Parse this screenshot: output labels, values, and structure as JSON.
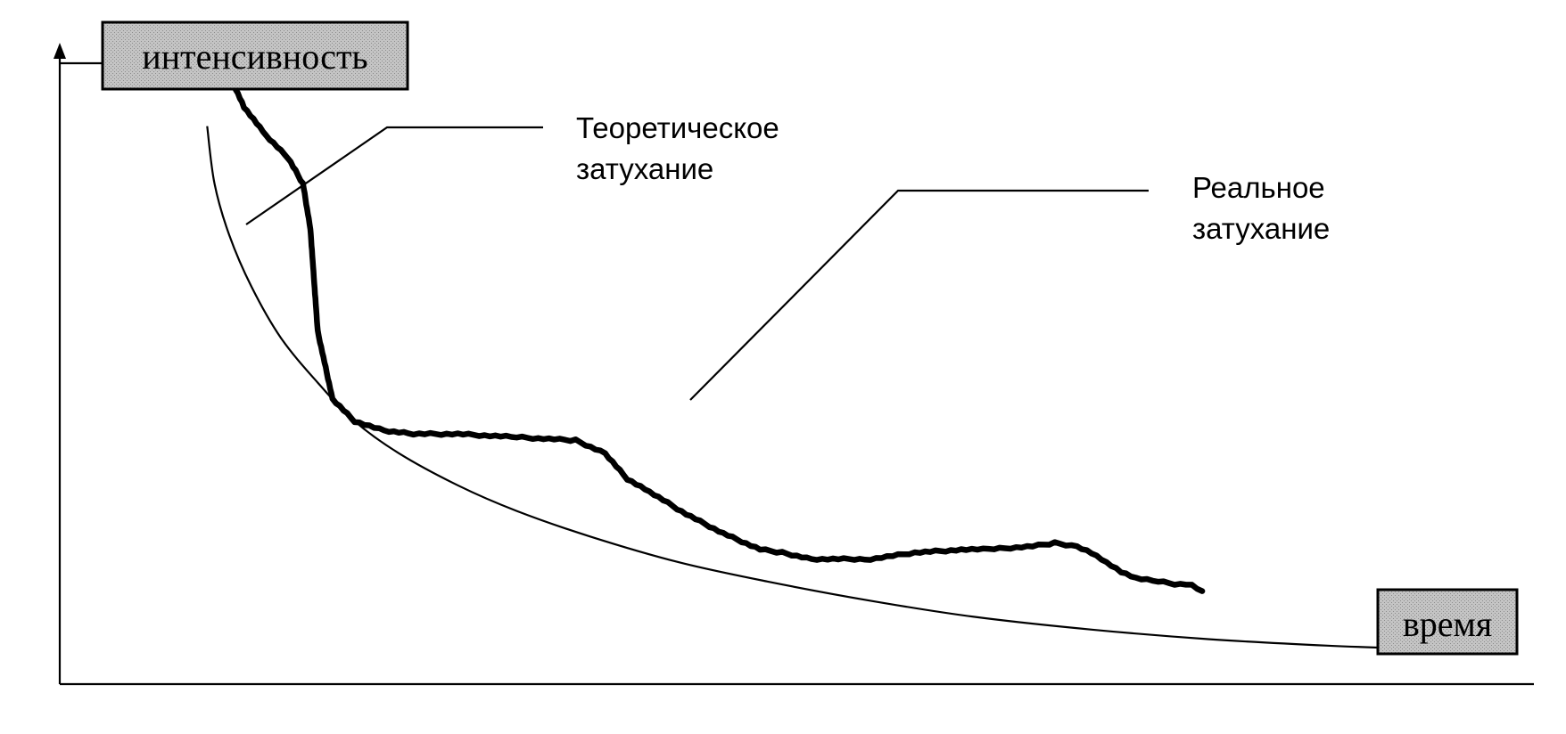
{
  "chart_data": {
    "type": "line",
    "ylabel": "интенсивность",
    "xlabel": "время",
    "xlim": [
      0,
      100
    ],
    "ylim": [
      0,
      100
    ],
    "grid": false,
    "annotations": [
      {
        "lines": [
          "Теоретическое",
          "затухание"
        ],
        "target": "theoretical"
      },
      {
        "lines": [
          "Реальное",
          "затухание"
        ],
        "target": "real"
      }
    ],
    "series": [
      {
        "id": "theoretical",
        "x": [
          10.0,
          10.5,
          11.5,
          13.0,
          15.0,
          17.5,
          20.0,
          23.0,
          27.0,
          31.0,
          36.0,
          42.0,
          48.0,
          55.0,
          62.0,
          70.0,
          78.0,
          86.0,
          92.0
        ],
        "y": [
          87.0,
          78.0,
          70.0,
          62.0,
          54.0,
          47.0,
          41.0,
          36.0,
          31.0,
          27.0,
          23.0,
          19.0,
          16.0,
          13.0,
          10.5,
          8.5,
          7.0,
          6.0,
          5.5
        ]
      },
      {
        "id": "real",
        "x": [
          11.5,
          11.8,
          12.5,
          14.0,
          15.5,
          16.5,
          17.0,
          17.5,
          18.5,
          20.0,
          22.0,
          24.0,
          27.0,
          31.0,
          35.0,
          37.0,
          38.5,
          40.0,
          42.5,
          45.0,
          47.5,
          49.0,
          51.0,
          55.0,
          58.0,
          61.5,
          63.0,
          66.0,
          67.5,
          69.0,
          70.0,
          71.0,
          72.0,
          73.0,
          74.5,
          76.0,
          76.8,
          77.5
        ],
        "y": [
          98.0,
          93.5,
          90.0,
          85.5,
          82.0,
          78.0,
          71.0,
          55.0,
          44.5,
          41.0,
          39.5,
          39.0,
          39.0,
          38.5,
          38.0,
          36.0,
          32.0,
          30.0,
          26.5,
          23.5,
          21.0,
          20.5,
          19.5,
          19.5,
          20.5,
          21.0,
          21.0,
          21.5,
          22.0,
          21.5,
          20.5,
          19.0,
          17.5,
          16.5,
          16.0,
          15.5,
          15.5,
          14.5
        ]
      }
    ]
  }
}
